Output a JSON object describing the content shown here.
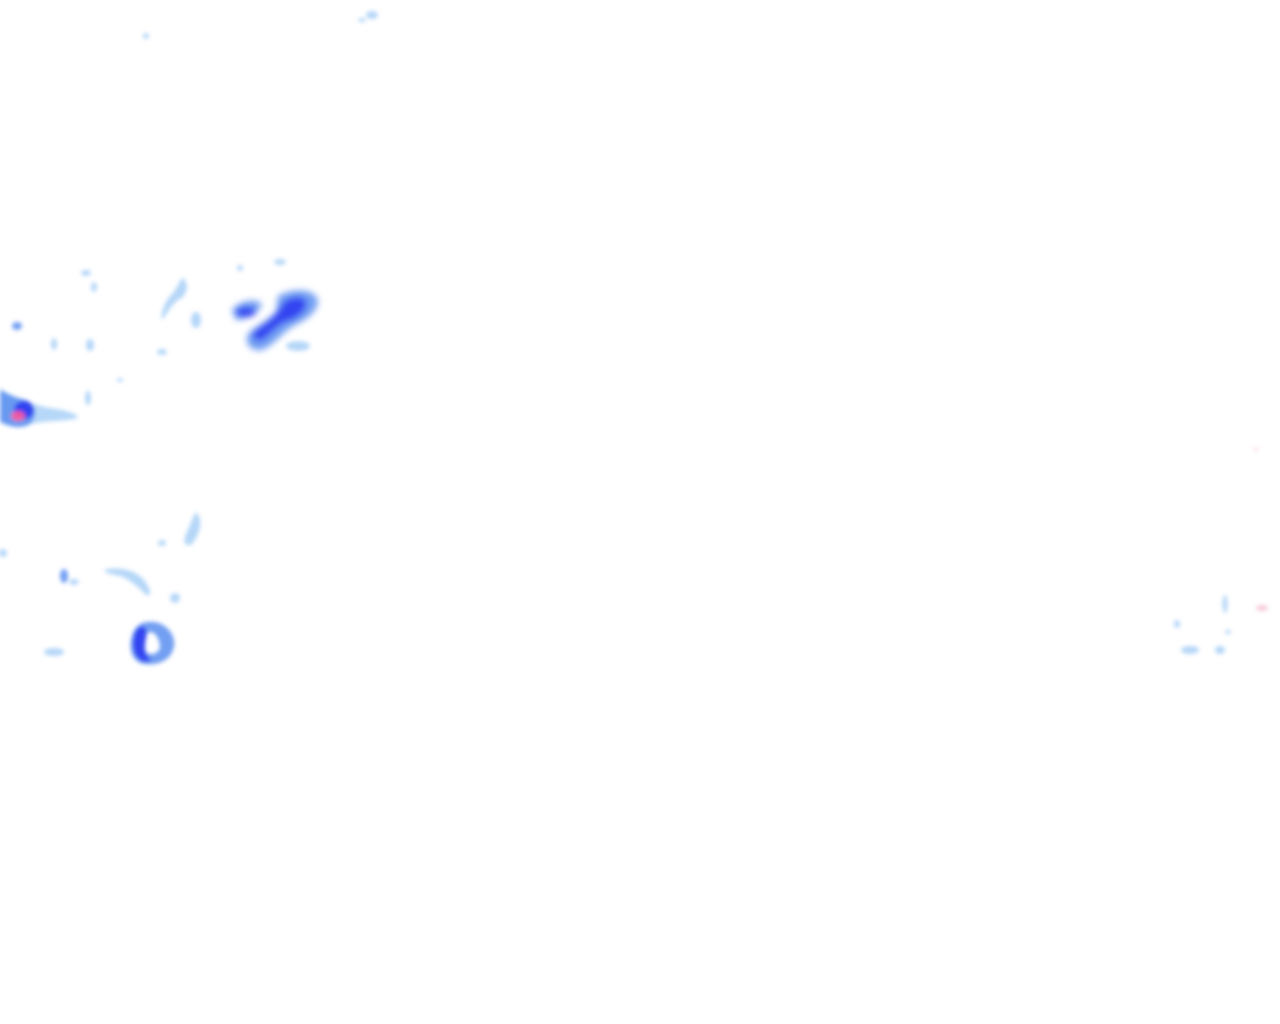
{
  "layer": {
    "type": "precipitation-radar-overlay",
    "background": "#ffffff",
    "palette": {
      "light": "#9ccaf5",
      "medium": "#5a8ef0",
      "heavy": "#2f3ff0",
      "extreme": "#ff5a9a",
      "trace": "#f2b3c8"
    },
    "intensity_levels": [
      "light",
      "medium",
      "heavy",
      "extreme"
    ]
  }
}
